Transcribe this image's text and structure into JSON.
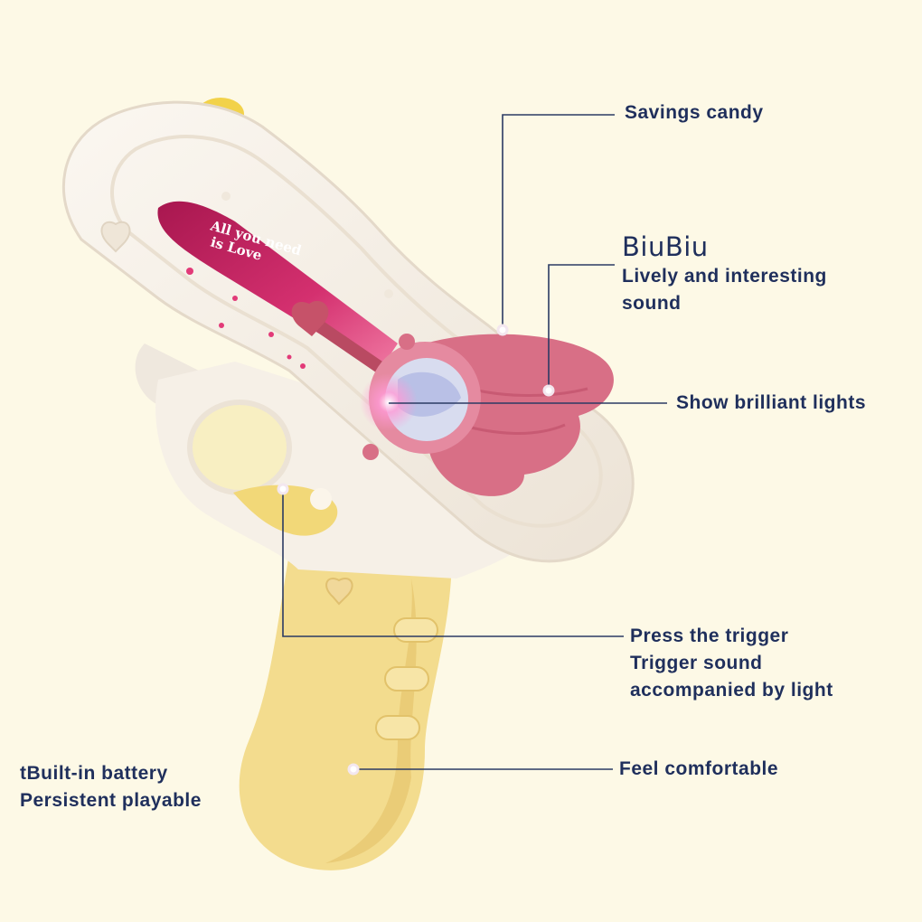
{
  "colors": {
    "background": "#fdf9e6",
    "text": "#1f2f5c",
    "leader": "#2b3a63",
    "toy_body": "#f7f1e9",
    "toy_grip": "#f3dc8e",
    "wing_pink": "#d86f86",
    "candy_magenta": "#c21f64"
  },
  "product": {
    "candy_text": [
      "All you need",
      "is Love"
    ]
  },
  "callouts": {
    "savings_candy": "Savings candy",
    "brand": "BiuBiu",
    "sound_lines": [
      "Lively and interesting",
      "sound"
    ],
    "lights": "Show brilliant lights",
    "trigger_lines": [
      "Press the trigger",
      "Trigger sound",
      "accompanied by light"
    ],
    "comfort": "Feel comfortable",
    "battery_lines": [
      "tBuilt-in battery",
      "Persistent playable"
    ]
  }
}
